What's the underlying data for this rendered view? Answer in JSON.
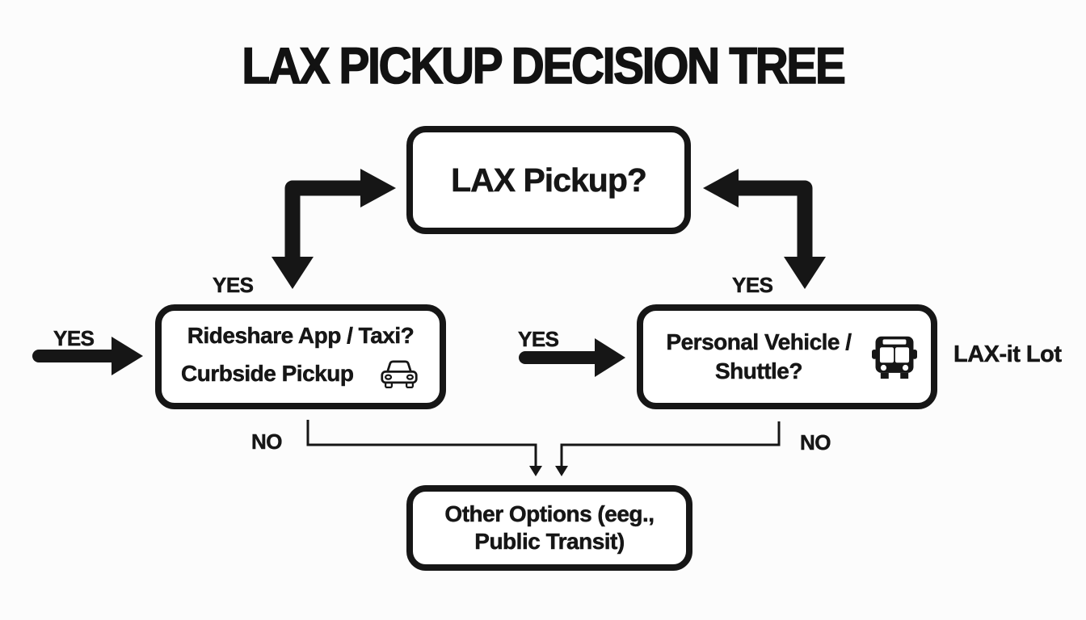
{
  "title": "LAX PICKUP DECISION TREE",
  "colors": {
    "ink": "#161616",
    "background": "#fcfcfc",
    "node_fill": "#ffffff"
  },
  "nodes": {
    "root": {
      "label": "LAX Pickup?"
    },
    "rideshare": {
      "line1": "Rideshare App / Taxi?",
      "line2": "Curbside Pickup",
      "icon": "car-icon"
    },
    "personal": {
      "line1": "Personal Vehicle /",
      "line2": "Shuttle?",
      "icon": "bus-icon",
      "side_note": "LAX-it Lot"
    },
    "other": {
      "line1": "Other Options (eeg.,",
      "line2": "Public Transit)"
    }
  },
  "edge_labels": {
    "yes_elbow_left": "YES",
    "yes_elbow_right": "YES",
    "yes_into_rideshare": "YES",
    "yes_into_personal": "YES",
    "no_from_rideshare": "NO",
    "no_from_personal": "NO"
  }
}
